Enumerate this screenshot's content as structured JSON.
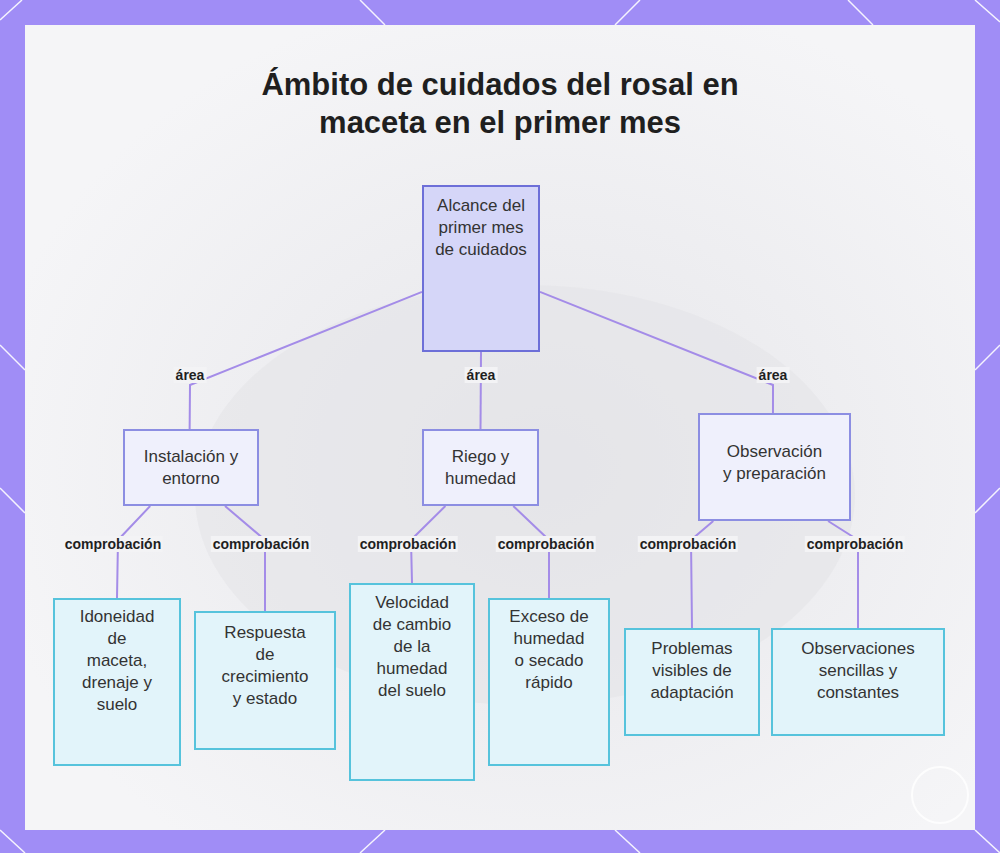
{
  "diagram": {
    "title": "Ámbito de cuidados del rosal en maceta en el primer mes",
    "nodes": [
      {
        "text": [
          "Alcance del primer mes de cuidados"
        ]
      },
      {
        "text": [
          "Instalación y entorno"
        ]
      },
      {
        "text": [
          "Riego y humedad"
        ]
      },
      {
        "text": [
          "Observación y preparación"
        ]
      },
      {
        "text": [
          "Idoneidad de maceta, drenaje y suelo"
        ]
      },
      {
        "text": [
          "Respuesta de crecimiento y estado"
        ]
      },
      {
        "text": [
          "Velocidad de cambio de la humedad del suelo"
        ]
      },
      {
        "text": [
          "Exceso de humedad o secado rápido"
        ]
      },
      {
        "text": [
          "Problemas visibles de adaptación"
        ]
      },
      {
        "text": [
          "Observaciones sencillas y constantes"
        ]
      }
    ],
    "edges": [
      {
        "from": 0,
        "to": 1,
        "label": "área",
        "arrow": "none"
      },
      {
        "from": 0,
        "to": 2,
        "label": "área",
        "arrow": "none"
      },
      {
        "from": 0,
        "to": 3,
        "label": "área",
        "arrow": "none"
      },
      {
        "from": 1,
        "to": 4,
        "label": "comprobación",
        "arrow": "none"
      },
      {
        "from": 1,
        "to": 5,
        "label": "comprobación",
        "arrow": "none"
      },
      {
        "from": 2,
        "to": 6,
        "label": "comprobación",
        "arrow": "none"
      },
      {
        "from": 2,
        "to": 7,
        "label": "comprobación",
        "arrow": "none"
      },
      {
        "from": 3,
        "to": 8,
        "label": "comprobación",
        "arrow": "none"
      },
      {
        "from": 3,
        "to": 9,
        "label": "comprobación",
        "arrow": "none"
      }
    ]
  }
}
